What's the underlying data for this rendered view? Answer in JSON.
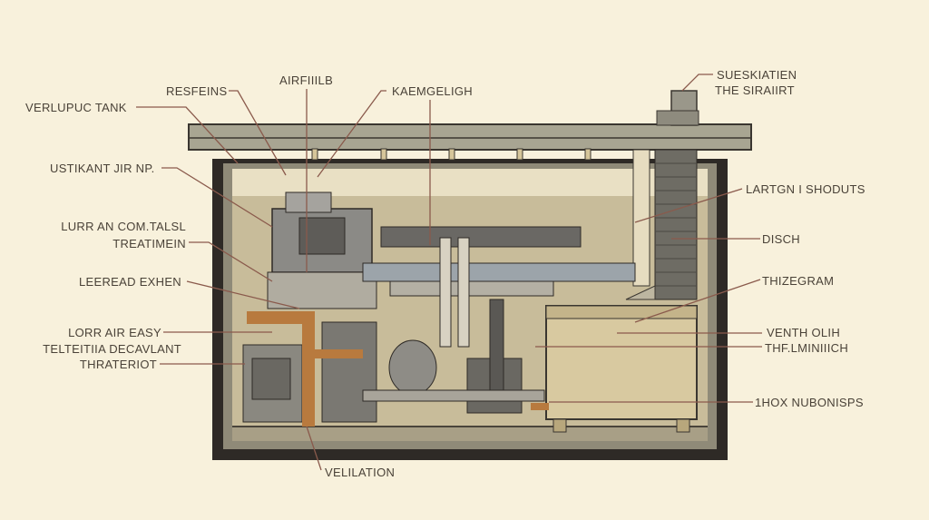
{
  "labels": {
    "vertical_tank": "VERLUPUC TANK",
    "resfeins": "RESFEINS",
    "airfiilb": "AIRFIIILB",
    "kaemgeligh": "KAEMGELIGH",
    "ustikant": "USTIKANT JIR NP.",
    "lurr_line1": "LURR AN COM.TALSL",
    "lurr_line2": "TREATIMEIN",
    "leeread": "LEEREAD EXHEN",
    "lorr_line1": "LORR AIR EASY",
    "lorr_line2": "TELTEITIIA DECAVLANT",
    "lorr_line3": "THRATERIOT",
    "velilation": "VELILATION",
    "sueskiatien_line1": "SUESKIATIEN",
    "sueskiatien_line2": "THE SIRAIIRT",
    "lartgn": "LARTGN I SHODUTS",
    "disch": "DISCH",
    "thizegram": "THIZEGRAM",
    "venth_line1": "VENTH OLIH",
    "venth_line2": "THF.LMINIIICH",
    "nubonisps": "1HOX NUBONISPS"
  },
  "colors": {
    "background": "#f8f1dc",
    "wall": "#2e2a26",
    "cavity": "#c8bc9a",
    "copper": "#b87a3e",
    "leader": "#8a5a4c"
  }
}
